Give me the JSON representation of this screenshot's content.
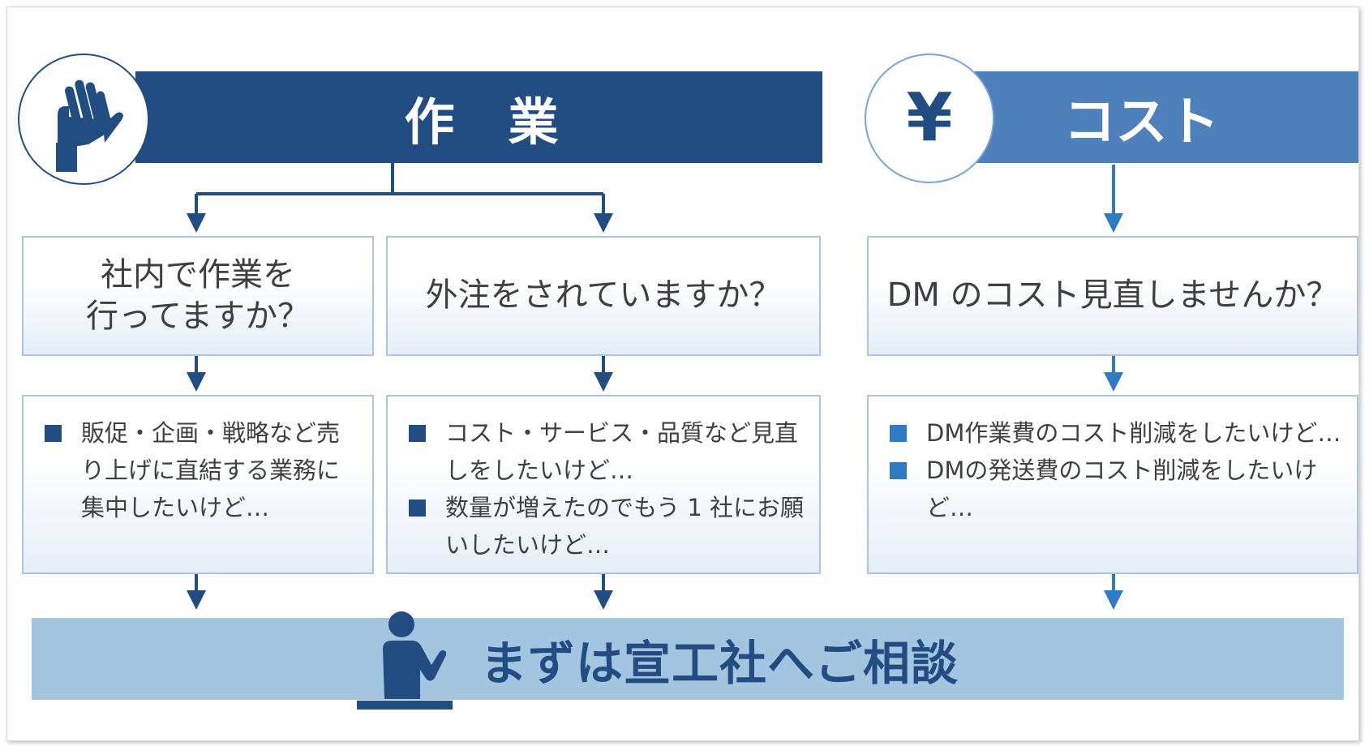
{
  "header_work": {
    "title": "作　業",
    "icon": "hand-icon"
  },
  "header_cost": {
    "title": "コスト",
    "icon": "yen-icon",
    "symbol": "¥"
  },
  "questions": [
    {
      "text": "社内で作業を\n行ってますか？"
    },
    {
      "text": "外注をされていますか？"
    },
    {
      "text": "DM のコスト見直しませんか？"
    }
  ],
  "details": [
    {
      "items": [
        "販促・企画・戦略など売り上げに直結する業務に集中したいけど…"
      ]
    },
    {
      "items": [
        "コスト・サービス・品質など見直しをしたいけど…",
        "数量が増えたのでもう 1 社にお願いしたいけど…"
      ]
    },
    {
      "items": [
        "DM作業費のコスト削減をしたいけど…",
        "DMの発送費のコスト削減をしたいけど…"
      ]
    }
  ],
  "cta": {
    "text": "まずは宣工社へご相談",
    "icon": "person-at-desk-icon"
  },
  "colors": {
    "navy": "#224d82",
    "mid_blue": "#4e80bb",
    "light_blue": "#a3c5e0",
    "box_border": "#a8c6e1",
    "text_gray": "#3f3f3f"
  }
}
